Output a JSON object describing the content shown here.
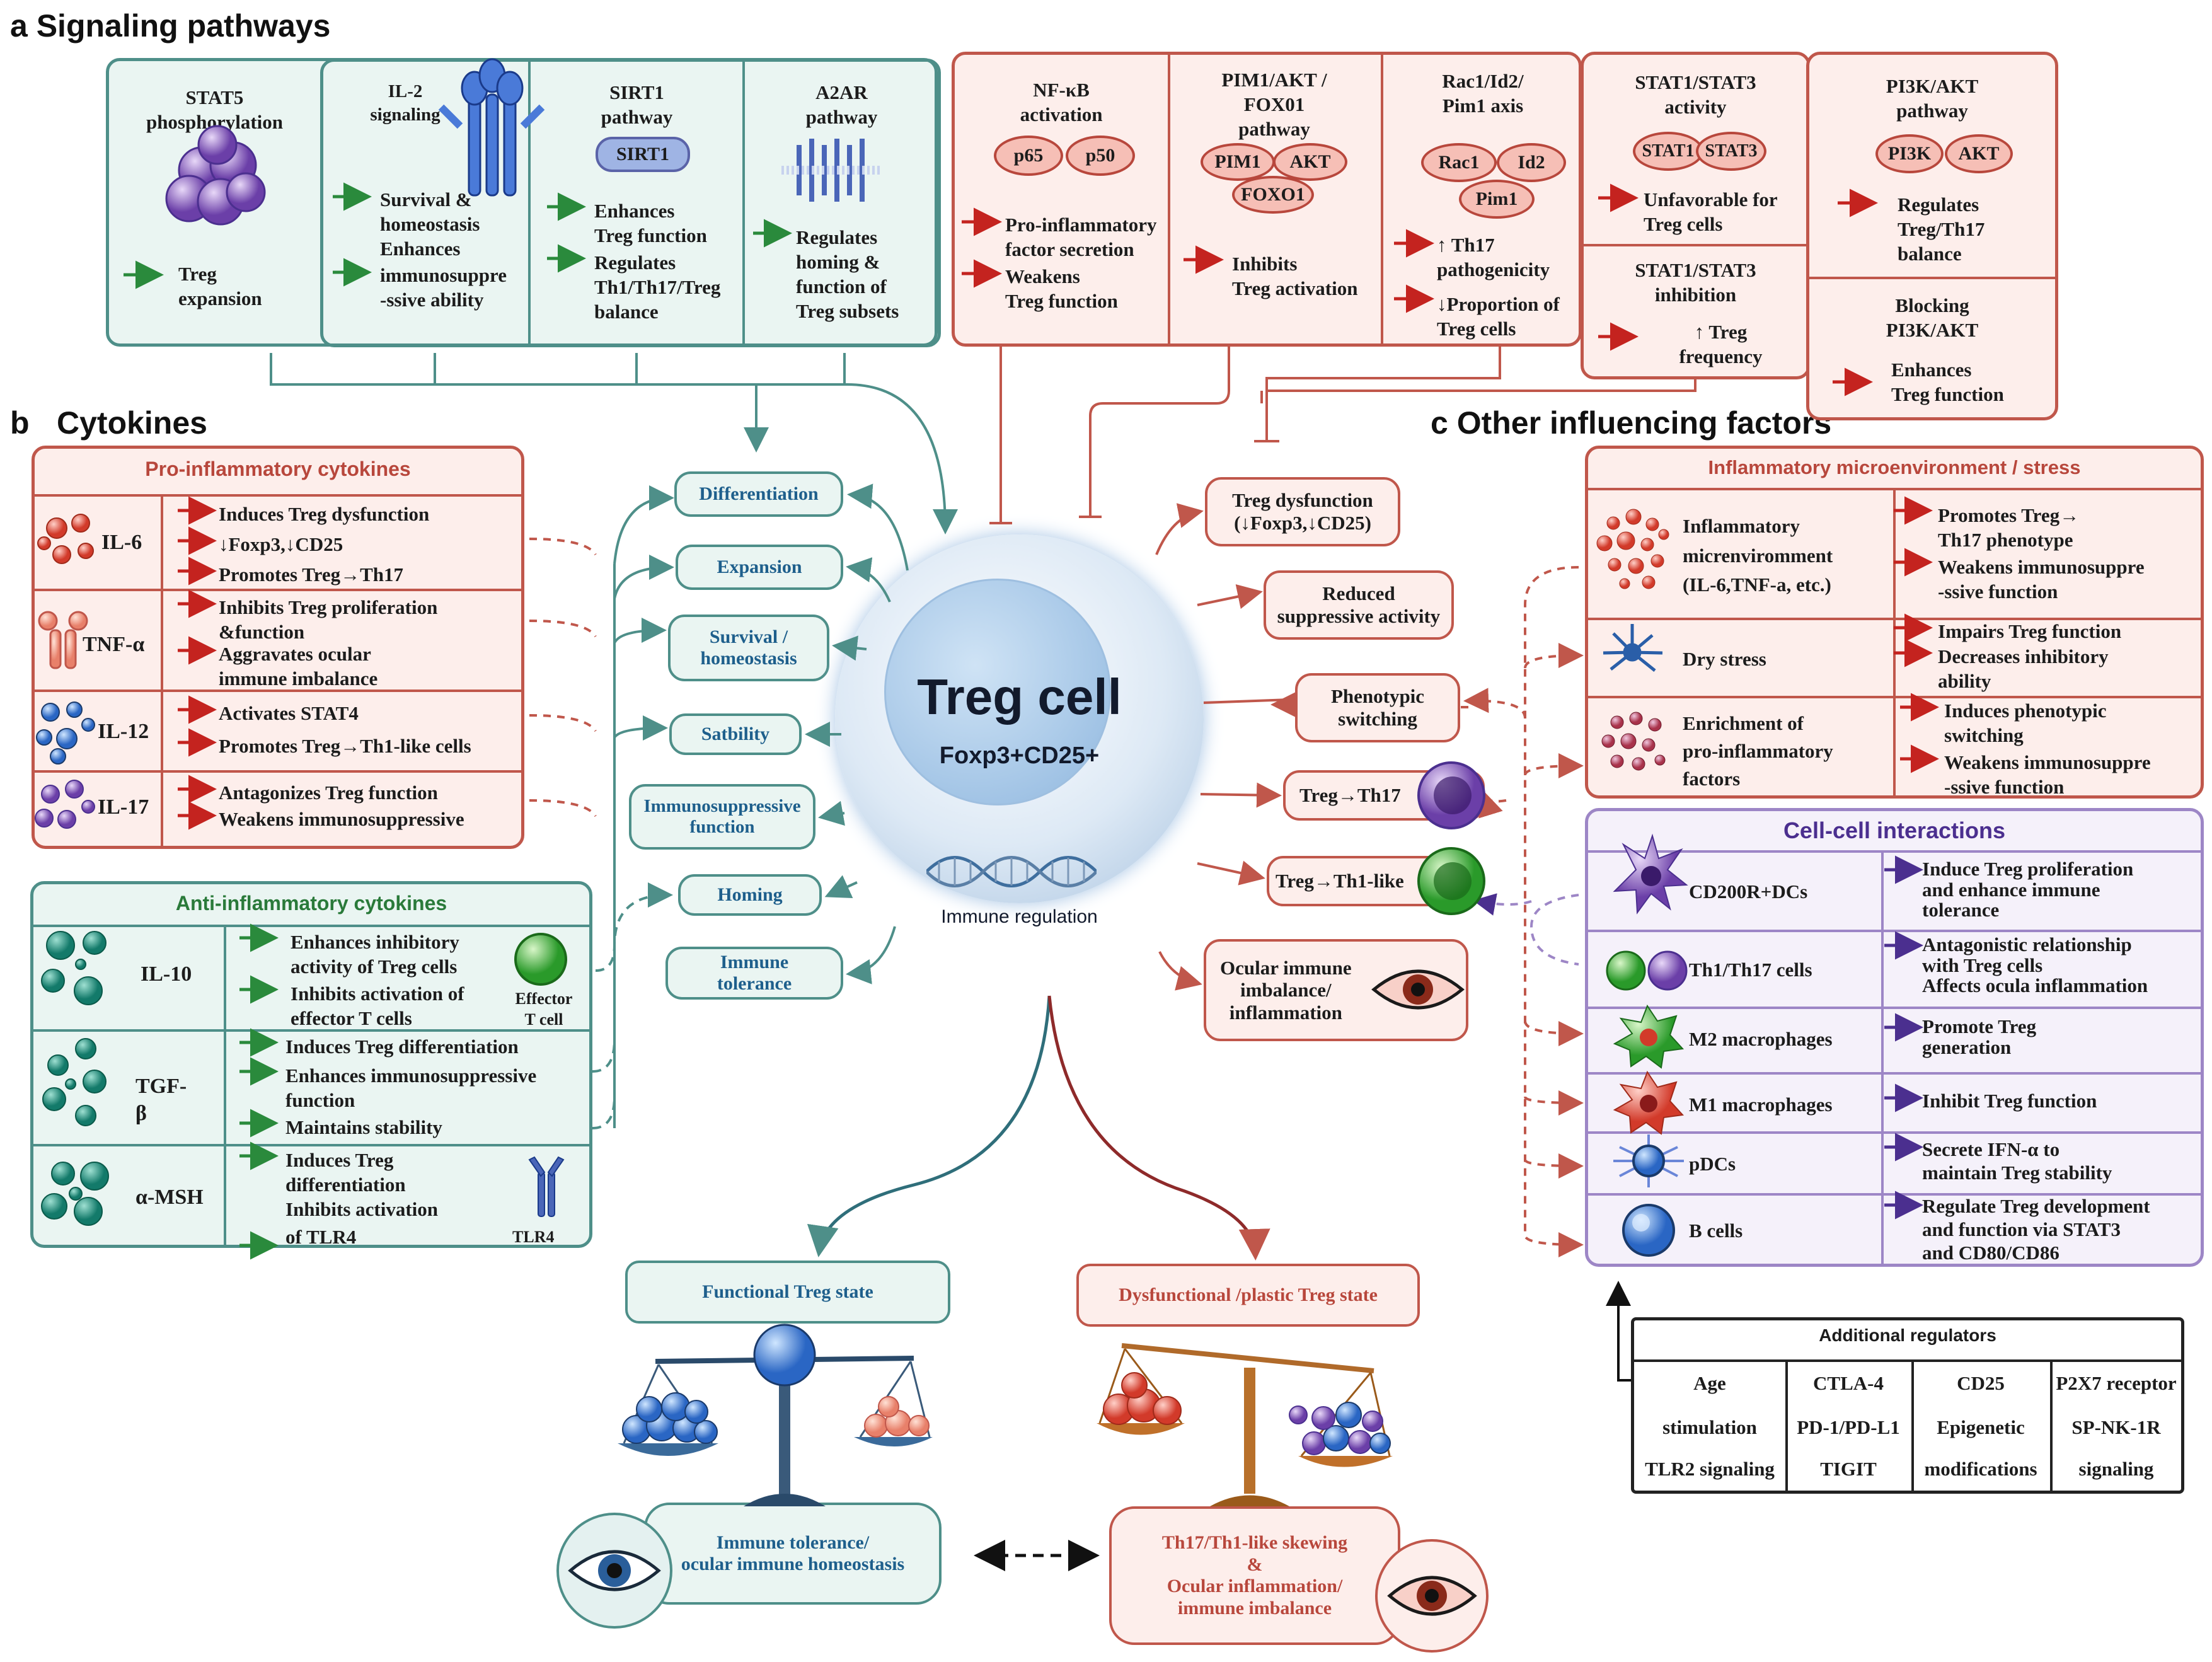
{
  "sections": {
    "a": "a Signaling pathways",
    "b": "b",
    "b_title": "Cytokines",
    "c": "c Other influencing factors"
  },
  "pathways_green": [
    {
      "title": "STAT5\nphosphorylation",
      "effects": [
        "Treg\nexpansion"
      ]
    },
    {
      "title": "IL-2\nsignaling",
      "effects": [
        "Survival &\nhomeostasis\nEnhances",
        "immunosuppre\n-ssive ability"
      ]
    },
    {
      "title": "SIRT1\npathway",
      "badge": "SIRT1",
      "effects": [
        "Enhances\nTreg function",
        "Regulates\nTh1/Th17/Treg\nbalance"
      ]
    },
    {
      "title": "A2AR\npathway",
      "effects": [
        "Regulates\nhoming &\nfunction of\nTreg subsets"
      ]
    }
  ],
  "pathways_red": [
    {
      "title": "NF-κB\nactivation",
      "ovals": [
        "p65",
        "p50"
      ],
      "effects": [
        "Pro-inflammatory\nfactor secretion",
        "Weakens\nTreg function"
      ]
    },
    {
      "title": "PIM1/AKT /\nFOX01\npathway",
      "ovals": [
        "PIM1",
        "AKT",
        "FOXO1"
      ],
      "effects": [
        "Inhibits\nTreg activation"
      ]
    },
    {
      "title": "Rac1/Id2/\nPim1 axis",
      "ovals": [
        "Rac1",
        "Id2",
        "Pim1"
      ],
      "effects": [
        "↑ Th17\npathogenicity",
        "↓Proportion of\nTreg cells"
      ]
    },
    {
      "title": "STAT1/STAT3\nactivity",
      "ovals": [
        "STAT1",
        "STAT3"
      ],
      "effects": [
        "Unfavorable for\nTreg cells"
      ]
    },
    {
      "title": "STAT1/STAT3\ninhibition",
      "effects": [
        "↑ Treg\nfrequency"
      ]
    },
    {
      "title": "PI3K/AKT\npathway",
      "ovals": [
        "PI3K",
        "AKT"
      ],
      "effects": [
        "Regulates\nTreg/Th17\nbalance"
      ]
    },
    {
      "title": "Blocking\nPI3K/AKT",
      "effects": [
        "Enhances\nTreg function"
      ]
    }
  ],
  "pro_inflammatory": {
    "title": "Pro-inflammatory cytokines",
    "rows": [
      {
        "name": "IL-6",
        "effects": [
          "Induces Treg dysfunction",
          "↓Foxp3,↓CD25",
          "Promotes Treg→Th17"
        ]
      },
      {
        "name": "TNF-α",
        "effects": [
          "Inhibits Treg proliferation\n&function",
          "Aggravates ocular\nimmune imbalance"
        ]
      },
      {
        "name": "IL-12",
        "effects": [
          "Activates STAT4",
          "Promotes Treg→Th1-like cells"
        ]
      },
      {
        "name": "IL-17",
        "effects": [
          "Antagonizes Treg function",
          "Weakens immunosuppressive"
        ]
      }
    ]
  },
  "anti_inflammatory": {
    "title": "Anti-inflammatory cytokines",
    "effector_label": "Effector\nT cell",
    "tlr4_label": "TLR4",
    "rows": [
      {
        "name": "IL-10",
        "effects": [
          "Enhances inhibitory\nactivity of Treg  cells",
          "Inhibits activation of\neffector T  cells"
        ]
      },
      {
        "name": "TGF-\nβ",
        "effects": [
          "Induces Treg differentiation",
          "Enhances immunosuppressive\nfunction",
          "Maintains stability"
        ]
      },
      {
        "name": "α-MSH",
        "effects": [
          "Induces Treg\ndifferentiation\nInhibits activation",
          "of TLR4"
        ]
      }
    ]
  },
  "functions": [
    "Differentiation",
    "Expansion",
    "Survival /\nhomeostasis",
    "Satbility",
    "Immunosuppressive\nfunction",
    "Homing",
    "Immune\ntolerance"
  ],
  "center": {
    "title": "Treg cell",
    "subtitle": "Foxp3+CD25+",
    "caption": "Immune  regulation"
  },
  "outcomes": [
    "Treg dysfunction\n(↓Foxp3,↓CD25)",
    "Reduced\nsuppressive activity",
    "Phenotypic\nswitching",
    "Treg→Th17",
    "Treg→Th1-like",
    "Ocular immune\nimbalance/\ninflammation"
  ],
  "inflammatory": {
    "title": "Inflammatory microenvironment / stress",
    "rows": [
      {
        "name": "Inflammatory\nmicrenviromment\n(IL-6,TNF-a,   etc.)",
        "effects": [
          "Promotes Treg→\nTh17 phenotype",
          "Weakens immunosuppre\n-ssive function"
        ]
      },
      {
        "name": "Dry  stress",
        "effects": [
          "Impairs Treg function",
          "Decreases inhibitory\nability"
        ]
      },
      {
        "name": "Enrichment of\npro-inflammatory\nfactors",
        "effects": [
          "Induces phenotypic\nswitching",
          "Weakens immunosuppre\n-ssive function"
        ]
      }
    ]
  },
  "cell_interactions": {
    "title": "Cell-cell interactions",
    "rows": [
      {
        "name": "CD200R+DCs",
        "effect": "Induce Treg proliferation\nand enhance immune\ntolerance"
      },
      {
        "name": "Th1/Th17 cells",
        "effect": "Antagonistic relationship\nwith Treg cells\nAffects ocula inflammation"
      },
      {
        "name": "M2 macrophages",
        "effect": "Promote Treg\ngeneration"
      },
      {
        "name": "M1 macrophages",
        "effect": "Inhibit Treg function"
      },
      {
        "name": "pDCs",
        "effect": "Secrete IFN-α to\nmaintain Treg stability"
      },
      {
        "name": "B cells",
        "effect": "Regulate Treg development\nand function via STAT3\nand CD80/CD86"
      }
    ]
  },
  "additional": {
    "title": "Additional regulators",
    "columns": [
      [
        "Age",
        "stimulation",
        "TLR2 signaling"
      ],
      [
        "CTLA-4",
        "PD-1/PD-L1",
        "TIGIT"
      ],
      [
        "CD25",
        "Epigenetic",
        "modifications"
      ],
      [
        "P2X7 receptor",
        "SP-NK-1R",
        "signaling"
      ]
    ]
  },
  "states": {
    "functional": "Functional Treg state",
    "dysfunctional": "Dysfunctional  /plastic Treg state",
    "functional_result": "Immune tolerance/\nocular immune homeostasis",
    "dysfunctional_result": "Th17/Th1-like skewing\n&\nOcular inflammation/\nimmune imbalance"
  },
  "colors": {
    "teal": "#4e8f89",
    "red": "#c0574b",
    "purple": "#9d86c6",
    "green_arrow": "#2a8a3c",
    "red_arrow": "#c4231f",
    "purple_arrow": "#4b2f8f",
    "blue_text": "#1e5f8c"
  }
}
